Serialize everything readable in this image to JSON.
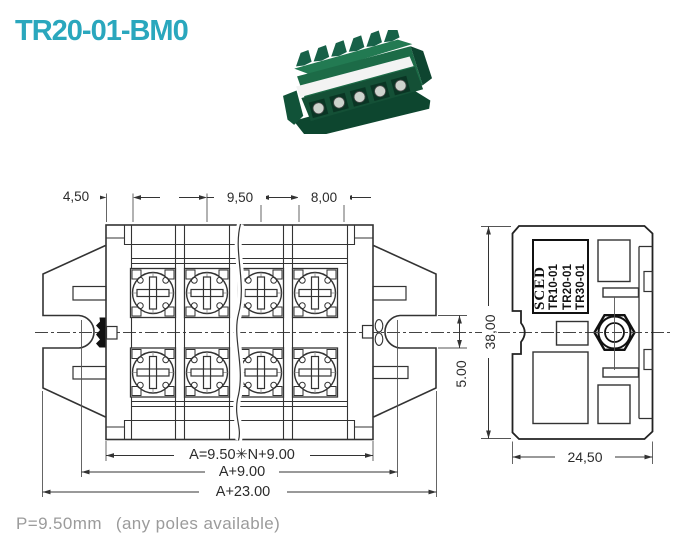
{
  "title": "TR20-01-BM0",
  "note": {
    "pitch": "P=9.50mm",
    "paren": "(any poles available)"
  },
  "front_view": {
    "dims": {
      "d450": "4,50",
      "d950": "9,50",
      "d800": "8,00",
      "d500": "5.00",
      "formula": "A=9.50✳N+9.00",
      "a9": "A+9.00",
      "a23": "A+23.00"
    }
  },
  "side_view": {
    "brand": "SCED",
    "models": [
      "TR10-01",
      "TR20-01",
      "TR30-01"
    ],
    "dims": {
      "height": "38,00",
      "depth": "24,50"
    }
  },
  "colors": {
    "accent": "#2aa7bd",
    "line": "#333333",
    "note_gray": "#9b9b9b",
    "product_green": "#1c6b47"
  }
}
